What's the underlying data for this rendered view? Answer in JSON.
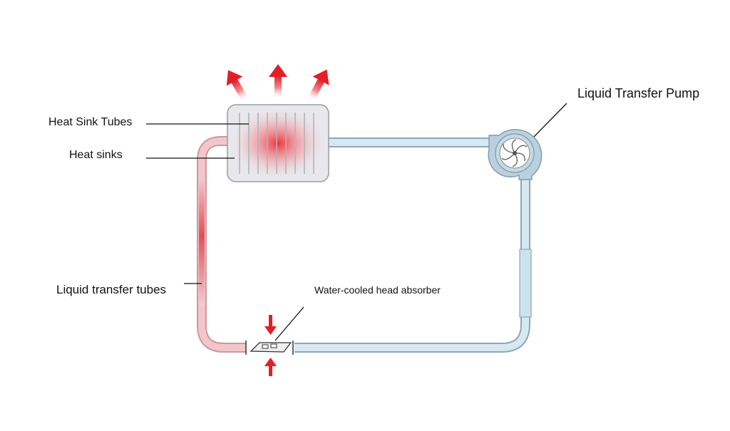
{
  "labels": {
    "heat_sink_tubes": "Heat Sink Tubes",
    "heat_sinks": "Heat sinks",
    "pump": "Liquid Transfer Pump",
    "liquid_transfer_tubes": "Liquid transfer tubes",
    "absorber": "Water-cooled head absorber"
  },
  "colors": {
    "hot": "#e0303a",
    "warm_tube": "#f2c2c6",
    "cold_tube": "#cfe3ee",
    "tube_outline": "#7f9fb2",
    "leader_line": "#111111",
    "radiator_body": "#e6e6ea",
    "heat_arrow": "#e41e26"
  }
}
